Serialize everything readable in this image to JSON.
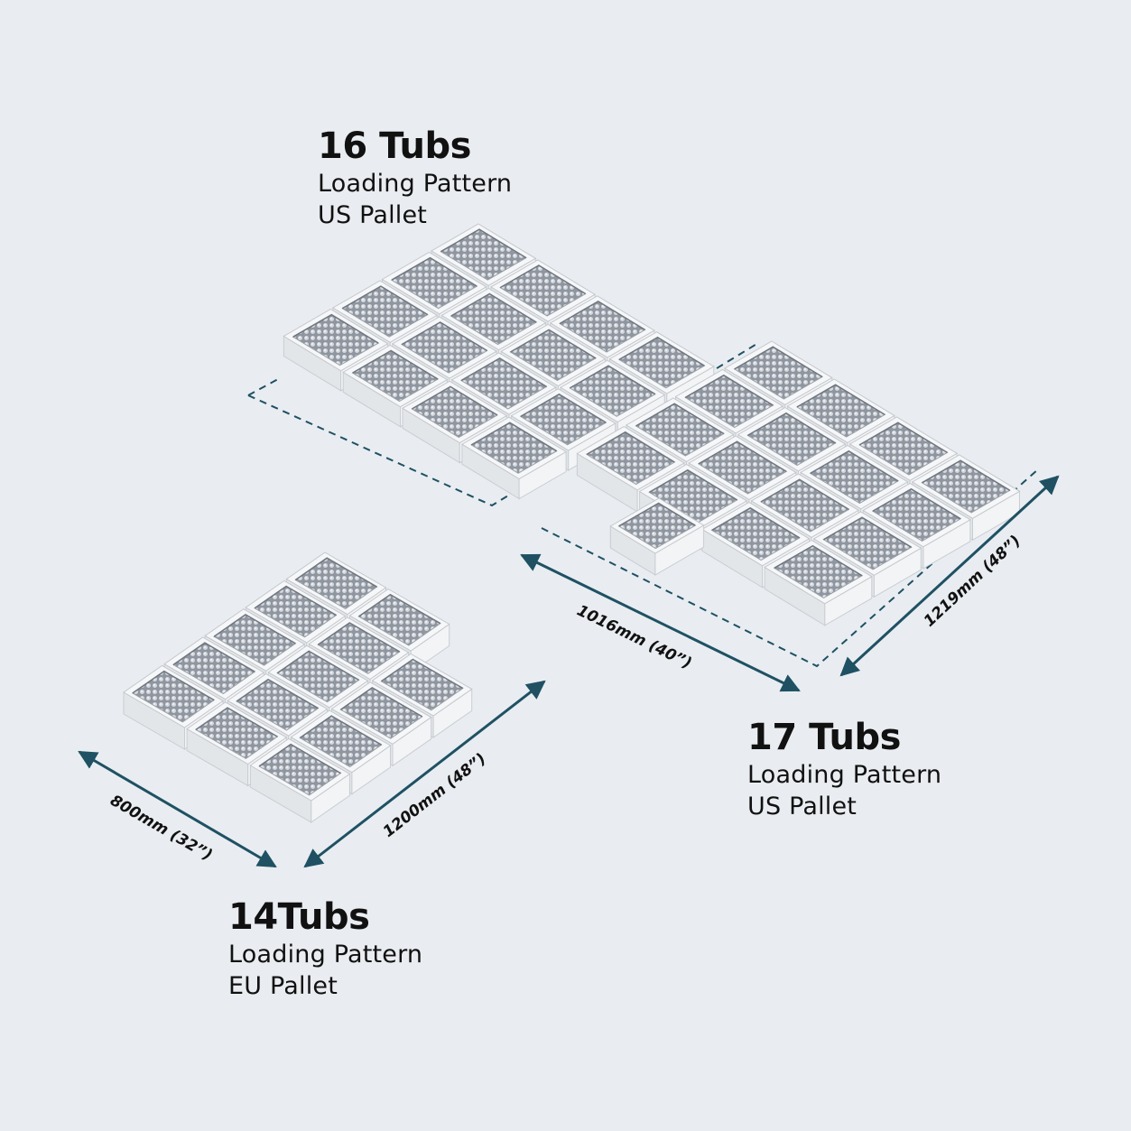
{
  "colors": {
    "background": "#e9edf1",
    "dimension_line": "#1f5163",
    "tub_wall": "#eef0f2",
    "tub_bed": "#8f96a0",
    "text": "#111111"
  },
  "patterns": [
    {
      "id": "us-16",
      "title": "16 Tubs",
      "line1": "Loading Pattern",
      "line2": "US Pallet",
      "tub_count": 16
    },
    {
      "id": "us-17",
      "title": "17 Tubs",
      "line1": "Loading Pattern",
      "line2": "US Pallet",
      "tub_count": 17,
      "dim_width": "1016mm (40”)",
      "dim_length": "1219mm (48”)"
    },
    {
      "id": "eu-14",
      "title": "14Tubs",
      "line1": "Loading Pattern",
      "line2": "EU Pallet",
      "tub_count": 14,
      "dim_width": "800mm (32”)",
      "dim_length": "1200mm (48”)"
    }
  ]
}
